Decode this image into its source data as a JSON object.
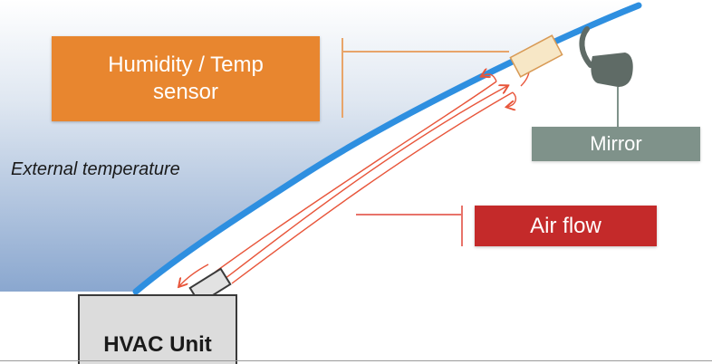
{
  "labels": {
    "sensor": "Humidity / Temp\nsensor",
    "mirror": "Mirror",
    "airflow": "Air flow",
    "external_temperature": "External temperature",
    "hvac": "HVAC Unit"
  },
  "colors": {
    "sensor_box": "#e8862f",
    "mirror_box": "#7f928a",
    "airflow_box": "#c42a2a",
    "windshield": "#2e8fe0",
    "airflow_arrows": "#e8553a",
    "hvac_box": "#dcdcdc"
  }
}
